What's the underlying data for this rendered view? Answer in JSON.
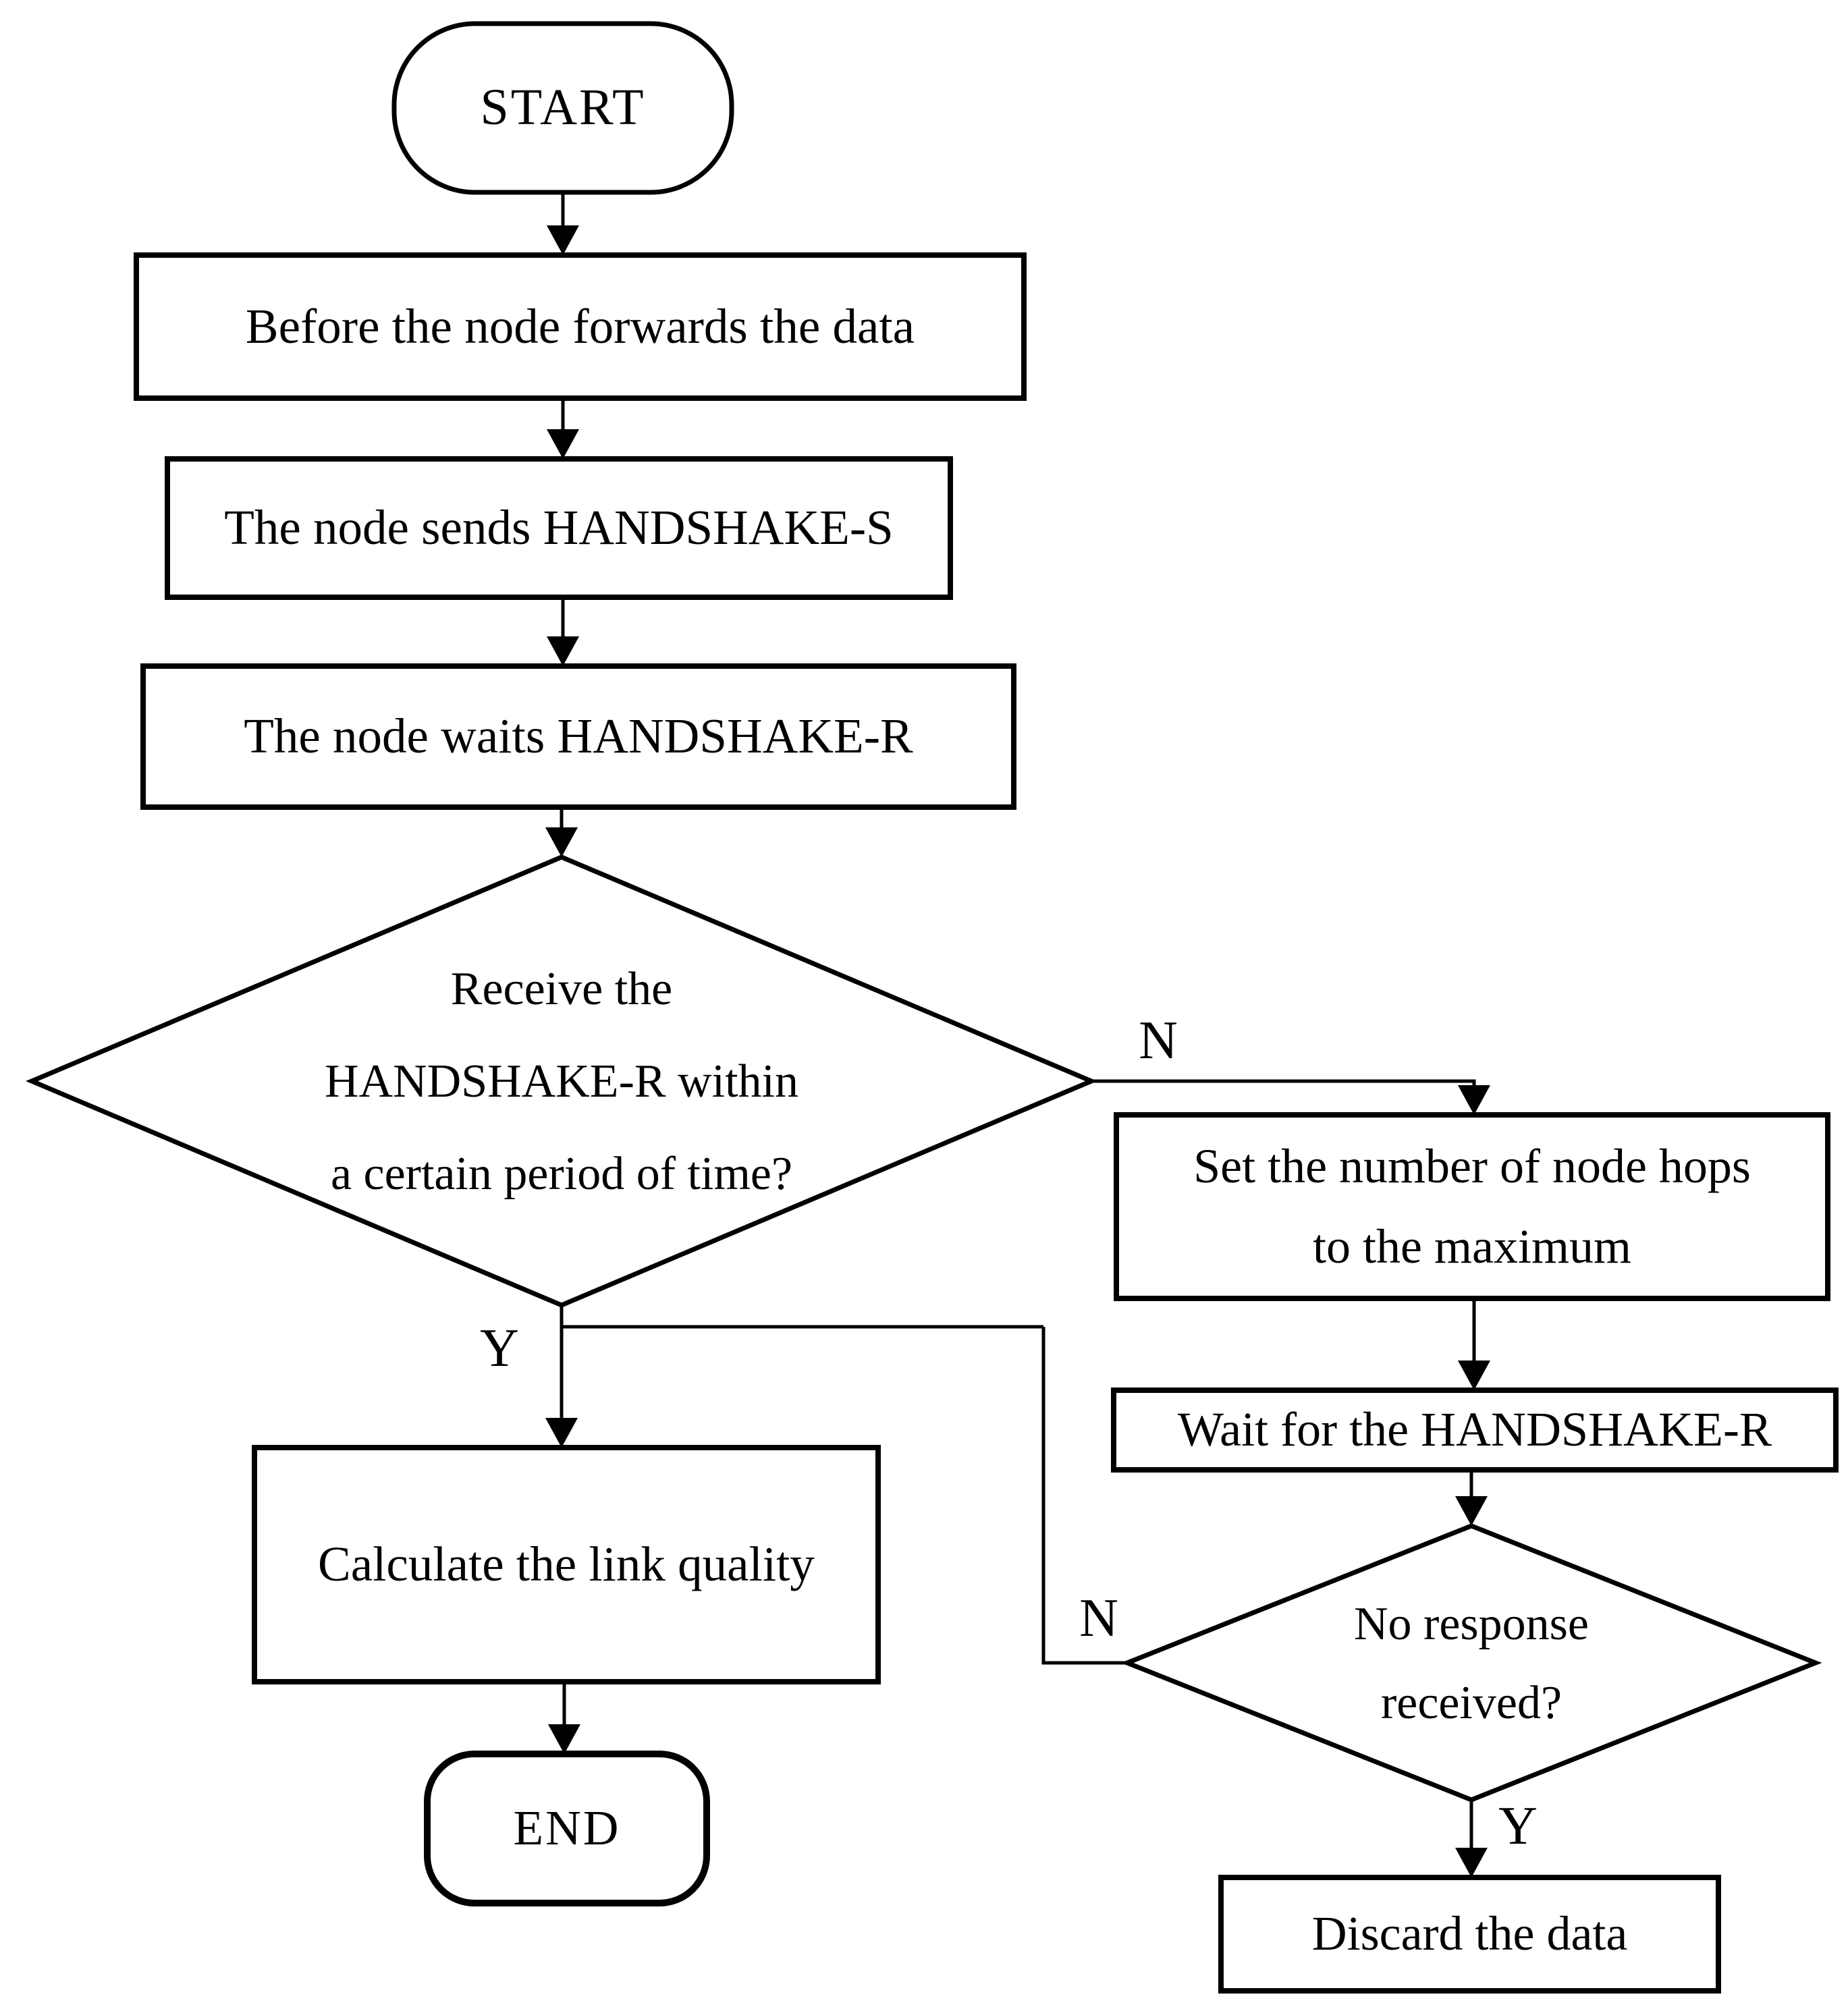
{
  "flowchart": {
    "nodes": {
      "start": "START",
      "before_forward": "Before the node forwards the data",
      "send_handshake": "The node sends HANDSHAKE-S",
      "wait_handshake": "The node waits HANDSHAKE-R",
      "receive_decision": [
        "Receive the",
        "HANDSHAKE-R within",
        "a certain period of time?"
      ],
      "set_hops": [
        "Set the number of node hops",
        "to the maximum"
      ],
      "wait_handshake_again": "Wait for the HANDSHAKE-R",
      "no_response_decision": [
        "No response",
        "received?"
      ],
      "calculate": "Calculate the link quality",
      "discard": "Discard the data",
      "end": "END"
    },
    "labels": {
      "receive_no": "N",
      "receive_yes": "Y",
      "no_response_no": "N",
      "no_response_yes": "Y"
    },
    "colors": {
      "stroke": "#000000",
      "background": "#ffffff"
    }
  }
}
